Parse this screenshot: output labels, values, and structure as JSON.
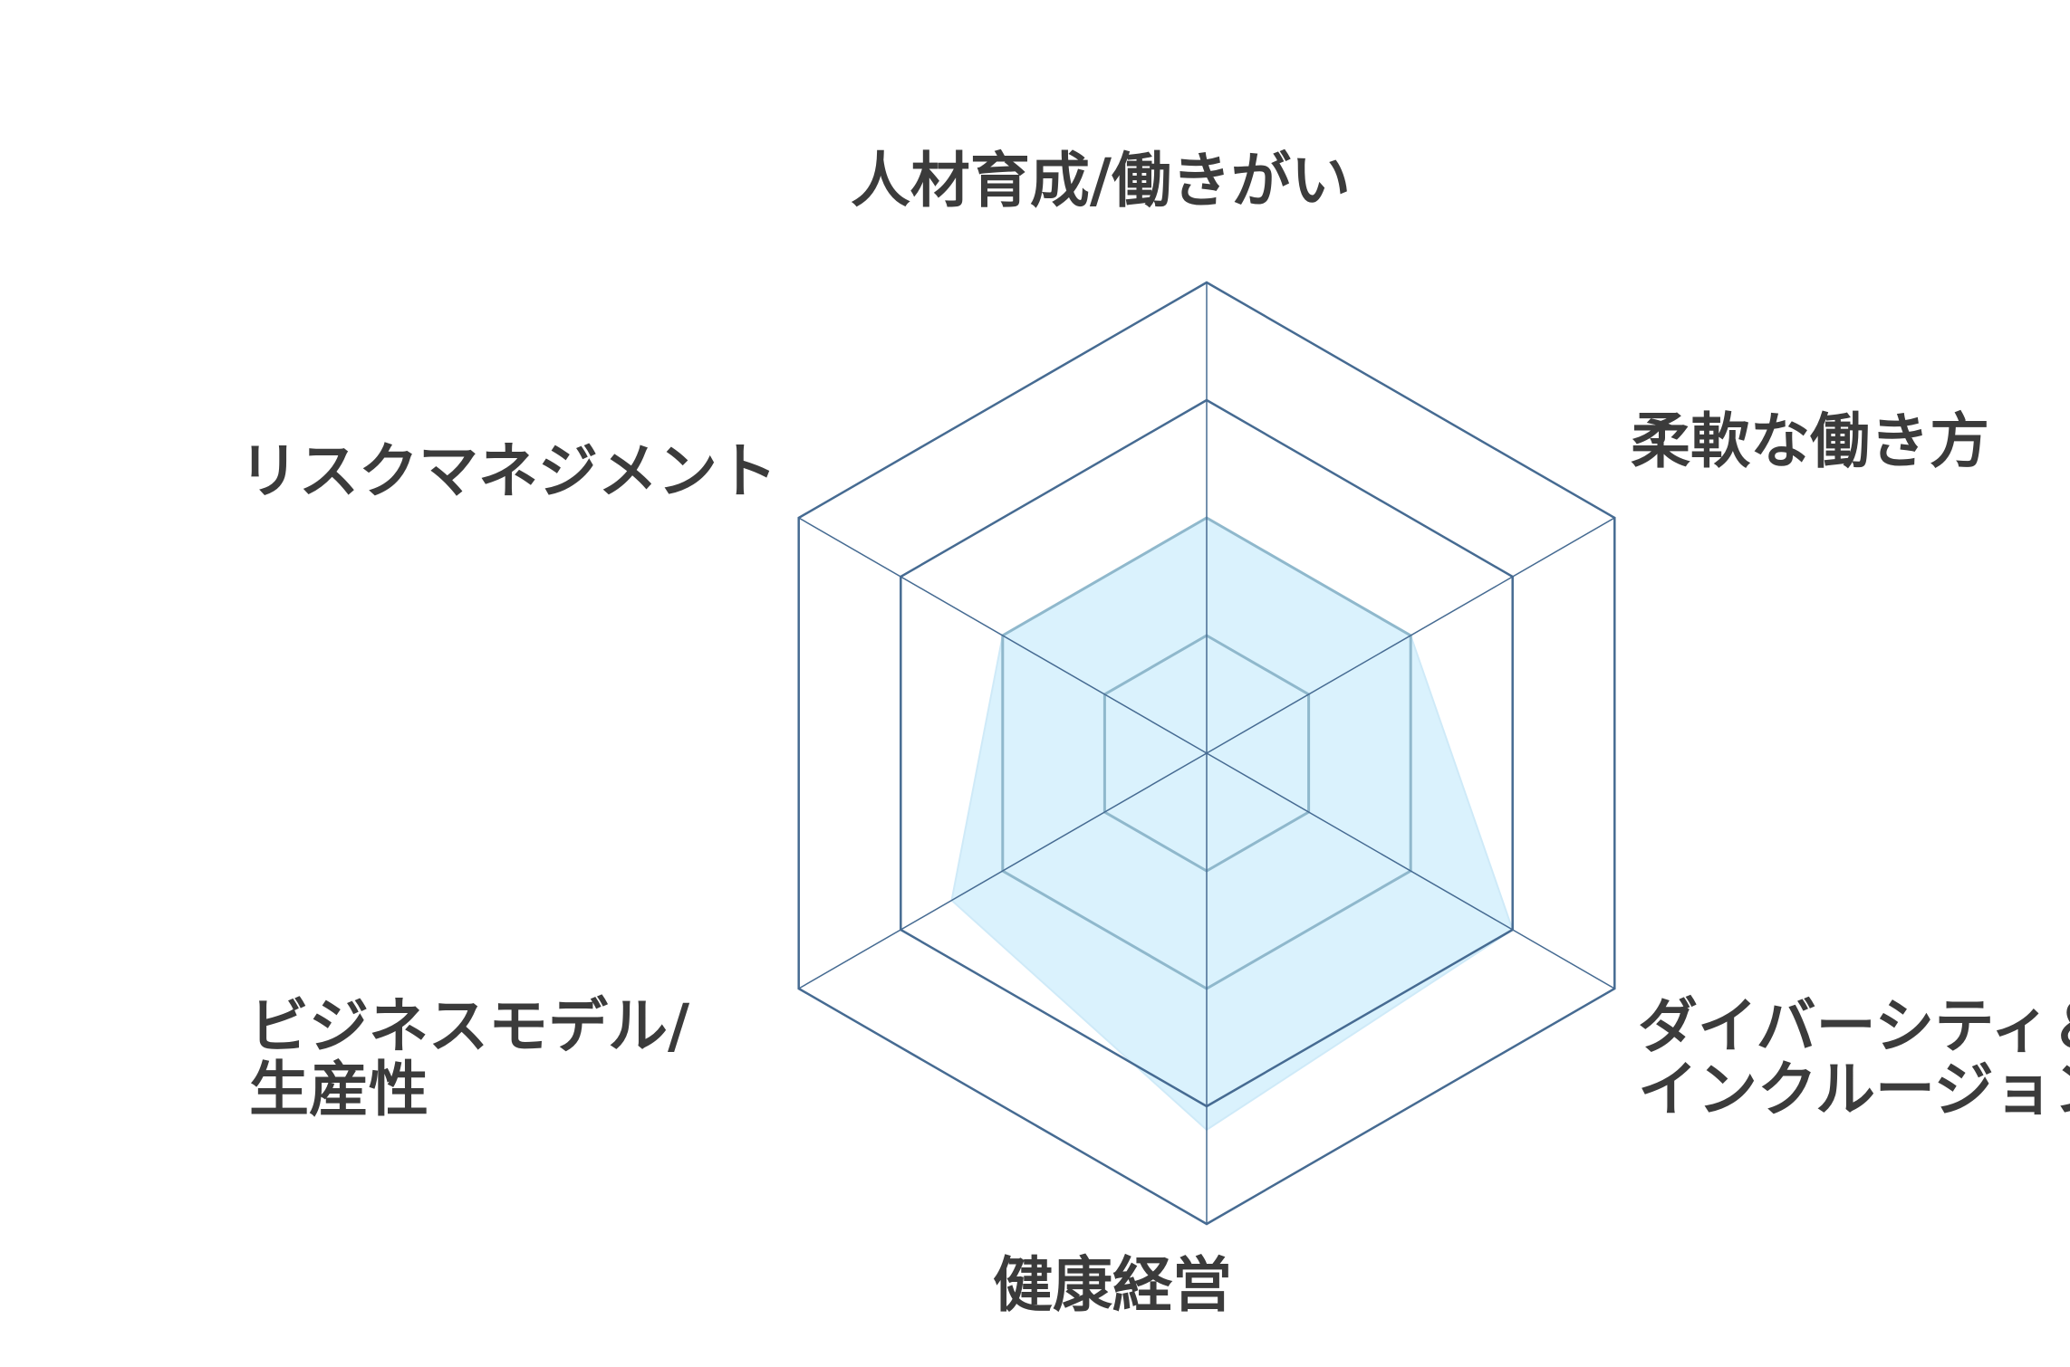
{
  "chart_data": {
    "type": "radar",
    "axes": [
      "人材育成/働きがい",
      "柔軟な働き方",
      "ダイバーシティ＆インクルージョン",
      "健康経営",
      "ビジネスモデル/生産性",
      "リスクマネジメント"
    ],
    "axis_label_lines": [
      [
        "人材育成/働きがい"
      ],
      [
        "柔軟な働き方"
      ],
      [
        "ダイバーシティ＆",
        "インクルージョン"
      ],
      [
        "健康経営"
      ],
      [
        "ビジネスモデル/",
        "生産性"
      ],
      [
        "リスクマネジメント"
      ]
    ],
    "range": [
      0,
      4
    ],
    "levels": 4,
    "series": [
      {
        "values": [
          2,
          2,
          3,
          3.2,
          2.5,
          2
        ],
        "fill": "#daf2fd",
        "stroke": "#cfeaf8"
      }
    ],
    "colors": {
      "outer_grid": "#466b92",
      "inner_grid": "#8fb8cc",
      "spoke": "#466b92",
      "label": "#3b3b3b"
    },
    "grid": true,
    "legend": "none"
  }
}
